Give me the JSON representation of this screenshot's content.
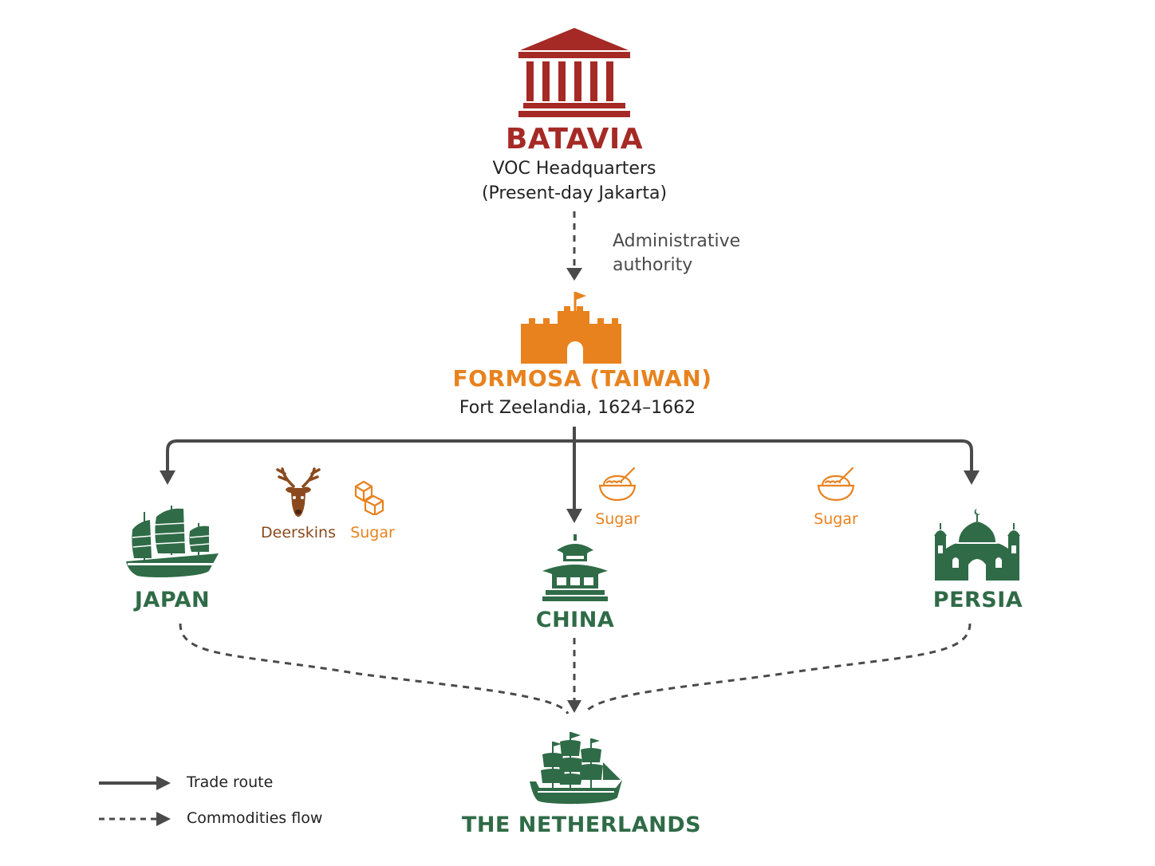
{
  "colors": {
    "batavia": "#a52a26",
    "formosa": "#e8821e",
    "green": "#2f6b47",
    "deer": "#8a4a1e",
    "connector": "#4a4a4a",
    "text": "#222222"
  },
  "batavia": {
    "icon": "classical-building-icon",
    "title": "BATAVIA",
    "subtitle_line1": "VOC Headquarters",
    "subtitle_line2": "(Present-day Jakarta)"
  },
  "authority_label": {
    "line1": "Administrative",
    "line2": "authority"
  },
  "formosa": {
    "icon": "fortress-icon",
    "title": "FORMOSA (TAIWAN)",
    "subtitle": "Fort Zeelandia, 1624–1662"
  },
  "destinations": [
    {
      "id": "japan",
      "icon": "junk-ship-icon",
      "title": "JAPAN"
    },
    {
      "id": "china",
      "icon": "pagoda-icon",
      "title": "CHINA"
    },
    {
      "id": "persia",
      "icon": "mosque-icon",
      "title": "PERSIA"
    }
  ],
  "commodities": {
    "japan": [
      {
        "icon": "deer-icon",
        "label": "Deerskins"
      },
      {
        "icon": "sugar-cubes-icon",
        "label": "Sugar"
      }
    ],
    "china": [
      {
        "icon": "sugar-bowl-icon",
        "label": "Sugar"
      }
    ],
    "persia": [
      {
        "icon": "sugar-bowl-icon",
        "label": "Sugar"
      }
    ]
  },
  "netherlands": {
    "icon": "tall-ship-icon",
    "title": "THE NETHERLANDS"
  },
  "legend": {
    "trade_route": "Trade route",
    "commodities_flow": "Commodities flow"
  }
}
